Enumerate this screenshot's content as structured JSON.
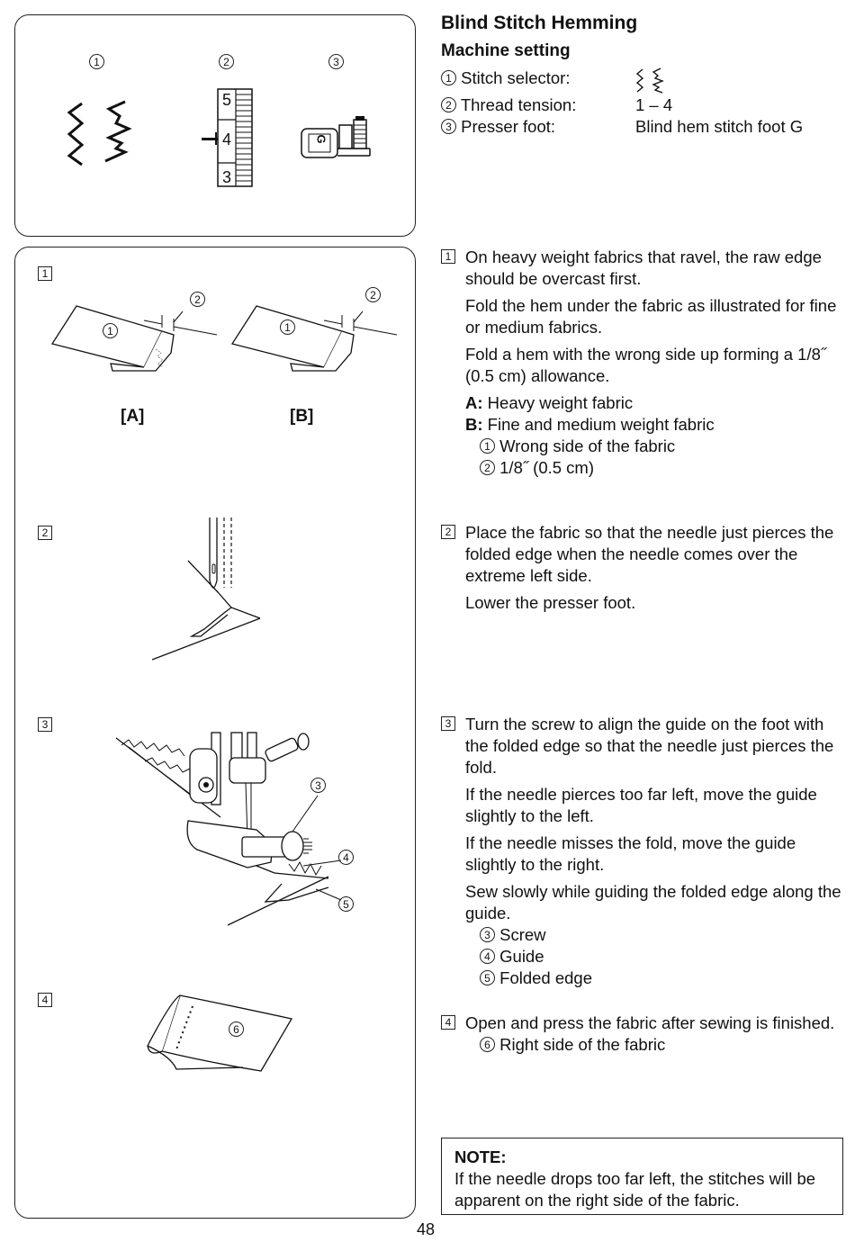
{
  "title": "Blind Stitch Hemming",
  "machine_setting": {
    "heading": "Machine setting",
    "rows": [
      {
        "num": "1",
        "label": "Stitch selector:",
        "value": ""
      },
      {
        "num": "2",
        "label": "Thread tension:",
        "value": "1 – 4"
      },
      {
        "num": "3",
        "label": "Presser foot:",
        "value": "Blind hem stitch foot G"
      }
    ]
  },
  "setting_panel": {
    "callouts": [
      "1",
      "2",
      "3"
    ],
    "dial_numbers": [
      "5",
      "4",
      "3"
    ],
    "foot_letter": "G"
  },
  "figures": {
    "step1": {
      "num": "1",
      "label_a": "[A]",
      "label_b": "[B]",
      "callout_1": "1",
      "callout_2": "2"
    },
    "step2": {
      "num": "2"
    },
    "step3": {
      "num": "3",
      "callouts": [
        "3",
        "4",
        "5"
      ]
    },
    "step4": {
      "num": "4",
      "callout": "6"
    }
  },
  "steps": [
    {
      "num": "1",
      "paragraphs": [
        "On heavy weight fabrics that ravel, the raw edge should be overcast first.",
        "Fold the hem under the fabric as illustrated for fine or medium fabrics.",
        "Fold a hem with the wrong side up forming a 1/8˝ (0.5 cm) allowance."
      ],
      "letters": [
        {
          "key": "A:",
          "text": "Heavy weight fabric"
        },
        {
          "key": "B:",
          "text": "Fine and medium weight fabric"
        }
      ],
      "legend": [
        {
          "num": "1",
          "text": "Wrong side of the fabric"
        },
        {
          "num": "2",
          "text": "1/8˝ (0.5 cm)"
        }
      ]
    },
    {
      "num": "2",
      "paragraphs": [
        "Place the fabric so that the needle just pierces the folded edge when the needle comes over the extreme left side.",
        "Lower the presser foot."
      ]
    },
    {
      "num": "3",
      "paragraphs": [
        "Turn the screw to align the guide on the foot with the folded edge so that the needle just pierces the fold.",
        "If the needle pierces too far left, move the guide slightly to the left.",
        "If the needle misses the fold, move the guide slightly to the right.",
        "Sew slowly while guiding the folded edge along the guide."
      ],
      "legend": [
        {
          "num": "3",
          "text": "Screw"
        },
        {
          "num": "4",
          "text": "Guide"
        },
        {
          "num": "5",
          "text": "Folded edge"
        }
      ]
    },
    {
      "num": "4",
      "paragraphs": [
        "Open and press the fabric after sewing is finished."
      ],
      "legend": [
        {
          "num": "6",
          "text": "Right side of the fabric"
        }
      ]
    }
  ],
  "note": {
    "heading": "NOTE:",
    "text": "If the needle drops too far left, the stitches will be apparent on the right side of the fabric."
  },
  "page_number": "48"
}
